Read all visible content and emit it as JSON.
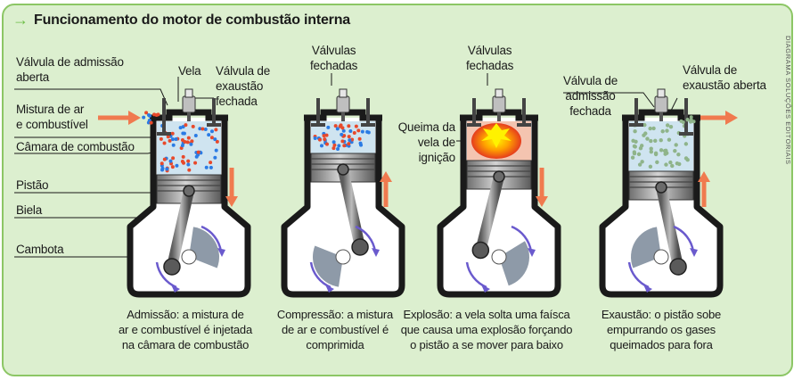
{
  "title": "Funcionamento do motor de combustão interna",
  "credit": "DIAGRAMA SOLUÇÕES EDITORIAIS",
  "colors": {
    "panel": "#dcefcf",
    "border": "#8cc665",
    "arrow": "#f07a4f",
    "rotation": "#6a5acd",
    "chamber": "#cfe4f0"
  },
  "labels": {
    "valvula_admissao_aberta": [
      "Válvula de admissão",
      "aberta"
    ],
    "vela": "Vela",
    "valvula_exaustao_fechada": [
      "Válvula de",
      "exaustão",
      "fechada"
    ],
    "mistura": [
      "Mistura de ar",
      "e combustível"
    ],
    "camara": "Câmara de combustão",
    "pistao": "Pistão",
    "biela": "Biela",
    "cambota": "Cambota",
    "valvulas_fechadas_1": [
      "Válvulas",
      "fechadas"
    ],
    "valvulas_fechadas_2": [
      "Válvulas",
      "fechadas"
    ],
    "queima": [
      "Queima da",
      "vela de",
      "ignição"
    ],
    "valvula_admissao_fechada": [
      "Válvula de",
      "admissão",
      "fechada"
    ],
    "valvula_exaustao_aberta": [
      "Válvula de",
      "exaustão aberta"
    ]
  },
  "captions": [
    [
      "Admissão: a mistura de",
      "ar e combustível é injetada",
      "na câmara de combustão"
    ],
    [
      "Compressão: a mistura",
      "de ar e combustível é",
      "comprimida"
    ],
    [
      "Explosão: a vela solta uma faísca",
      "que causa uma explosão forçando",
      "o pistão a se mover para baixo"
    ],
    [
      "Exaustão: o pistão sobe",
      "empurrando os gases",
      "queimados para fora"
    ]
  ]
}
